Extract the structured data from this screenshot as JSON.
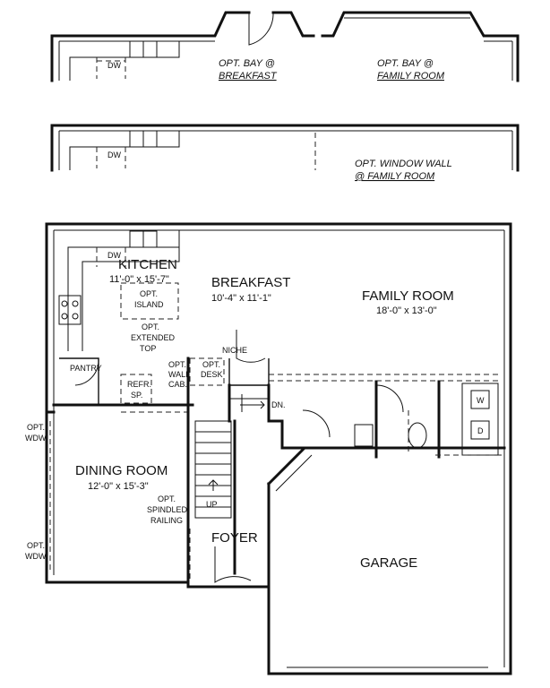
{
  "options": {
    "bay_breakfast": [
      "OPT. BAY @",
      "BREAKFAST"
    ],
    "bay_family": [
      "OPT. BAY @",
      "FAMILY ROOM"
    ],
    "window_wall": [
      "OPT. WINDOW WALL",
      "@ FAMILY ROOM"
    ]
  },
  "rooms": {
    "kitchen": {
      "name": "KITCHEN",
      "dims": "11'-0\" x 15'-7\""
    },
    "breakfast": {
      "name": "BREAKFAST",
      "dims": "10'-4\" x 11'-1\""
    },
    "family": {
      "name": "FAMILY ROOM",
      "dims": "18'-0\" x 13'-0\""
    },
    "dining": {
      "name": "DINING ROOM",
      "dims": "12'-0\" x 15'-3\""
    },
    "foyer": {
      "name": "FOYER"
    },
    "garage": {
      "name": "GARAGE"
    },
    "pantry": {
      "name": "PANTRY"
    }
  },
  "notes": {
    "dw": "DW",
    "opt_island": [
      "OPT.",
      "ISLAND"
    ],
    "opt_extended": [
      "OPT.",
      "EXTENDED",
      "TOP"
    ],
    "refr": [
      "REFR.",
      "SP."
    ],
    "niche": "NICHE",
    "opt_desk": [
      "OPT.",
      "DESK"
    ],
    "opt_wall_cab": [
      "OPT.",
      "WALL",
      "CAB."
    ],
    "dn": "DN.",
    "up": "UP",
    "opt_spindled": [
      "OPT.",
      "SPINDLED",
      "RAILING"
    ],
    "opt_wdw": [
      "OPT.",
      "WDW."
    ],
    "washer": "W",
    "dryer": "D"
  }
}
